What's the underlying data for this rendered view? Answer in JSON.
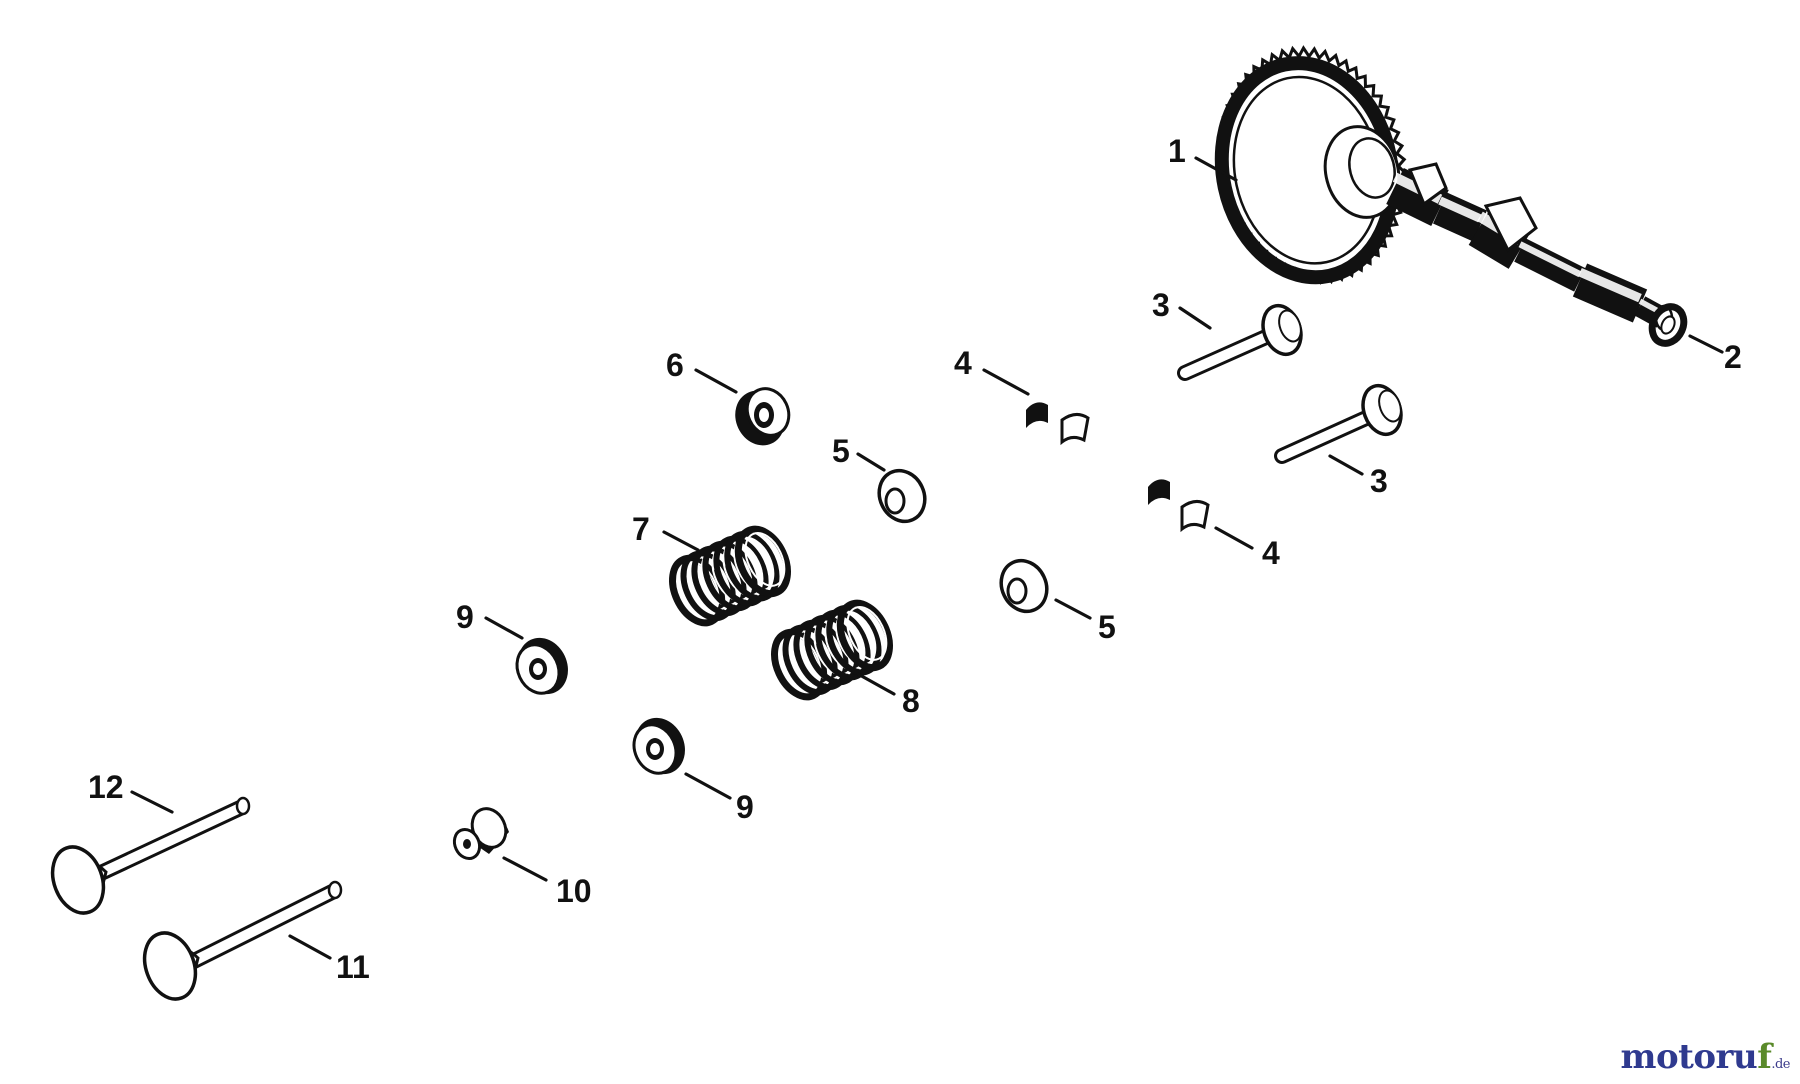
{
  "colors": {
    "ink": "#111111",
    "paper": "#ffffff",
    "watermark_primary": "#2f3a8f",
    "watermark_accent": "#5a8a2a"
  },
  "callouts": [
    {
      "id": "c1",
      "text": "1"
    },
    {
      "id": "c2",
      "text": "2"
    },
    {
      "id": "c3a",
      "text": "3"
    },
    {
      "id": "c3b",
      "text": "3"
    },
    {
      "id": "c4a",
      "text": "4"
    },
    {
      "id": "c4b",
      "text": "4"
    },
    {
      "id": "c5a",
      "text": "5"
    },
    {
      "id": "c5b",
      "text": "5"
    },
    {
      "id": "c6",
      "text": "6"
    },
    {
      "id": "c7",
      "text": "7"
    },
    {
      "id": "c8",
      "text": "8"
    },
    {
      "id": "c9a",
      "text": "9"
    },
    {
      "id": "c9b",
      "text": "9"
    },
    {
      "id": "c10",
      "text": "10"
    },
    {
      "id": "c11",
      "text": "11"
    },
    {
      "id": "c12",
      "text": "12"
    }
  ],
  "watermark": {
    "brand": "motoruf",
    "tld": ".de"
  }
}
